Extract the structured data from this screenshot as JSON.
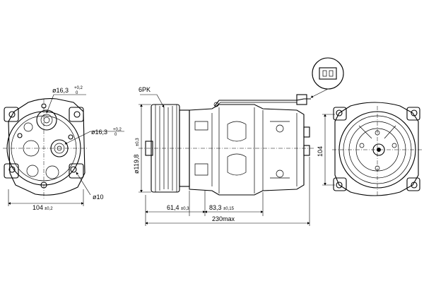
{
  "labels": {
    "suction_port": "ø16,3",
    "suction_tol": "+0,2",
    "suction_tol2": "0",
    "discharge_port": "ø16,3",
    "discharge_tol": "+0,2",
    "discharge_tol2": "0",
    "mount_hole": "ø10",
    "width_front": "104",
    "width_front_tol": "±0,2",
    "pulley_type": "6PK",
    "pulley_dia": "ø119,8",
    "pulley_dia_tol": "±0,3",
    "dist_a": "61,4",
    "dist_a_tol": "±0,3",
    "dist_b": "83,3",
    "dist_b_tol": "±0,15",
    "total_len": "230max",
    "height_right": "104"
  }
}
